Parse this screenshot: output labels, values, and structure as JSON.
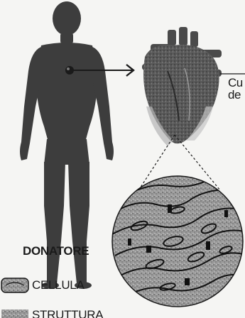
{
  "heart_caption": {
    "line1": "Cu",
    "line2": "de"
  },
  "donor_label": "DONATORE",
  "legend": {
    "cell_label": "CELLULA",
    "structure_label": "STRUTTURA"
  },
  "colors": {
    "body": "#3d3d3d",
    "heart": "#5a5a5a",
    "arrow": "#1a1a1a",
    "tissue": "#8a8a8a",
    "cell_outline": "#111111",
    "background": "#f5f5f3"
  },
  "icons": {
    "human_figure": "human-silhouette-icon",
    "heart": "anatomical-heart-icon",
    "tissue": "magnified-tissue-icon"
  }
}
